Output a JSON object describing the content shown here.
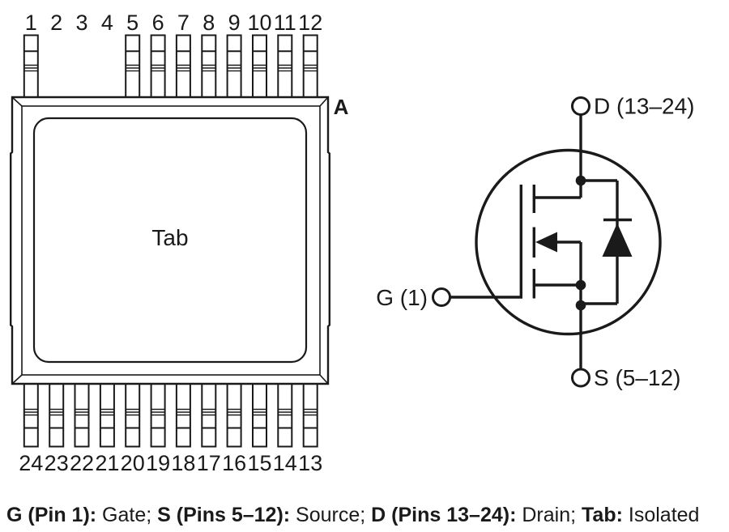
{
  "figure": {
    "view_label": "A",
    "tab_label": "Tab",
    "top_pin_numbers": [
      "1",
      "2",
      "3",
      "4",
      "5",
      "6",
      "7",
      "8",
      "9",
      "10",
      "11",
      "12"
    ],
    "top_pins_present": [
      true,
      false,
      false,
      false,
      true,
      true,
      true,
      true,
      true,
      true,
      true,
      true
    ],
    "bottom_pin_numbers": [
      "24",
      "23",
      "22",
      "21",
      "20",
      "19",
      "18",
      "17",
      "16",
      "15",
      "14",
      "13"
    ],
    "symbol": {
      "gate_label": "G (1)",
      "drain_label": "D (13–24)",
      "source_label": "S (5–12)"
    },
    "caption": [
      {
        "text": "G (Pin 1):",
        "bold": true
      },
      {
        "text": " Gate; ",
        "bold": false
      },
      {
        "text": "S (Pins 5–12):",
        "bold": true
      },
      {
        "text": " Source; ",
        "bold": false
      },
      {
        "text": "D (Pins 13–24):",
        "bold": true
      },
      {
        "text": " Drain; ",
        "bold": false
      },
      {
        "text": "Tab:",
        "bold": true
      },
      {
        "text": " Isolated",
        "bold": false
      }
    ],
    "colors": {
      "ink": "#1a1a1a",
      "background": "#ffffff"
    }
  }
}
